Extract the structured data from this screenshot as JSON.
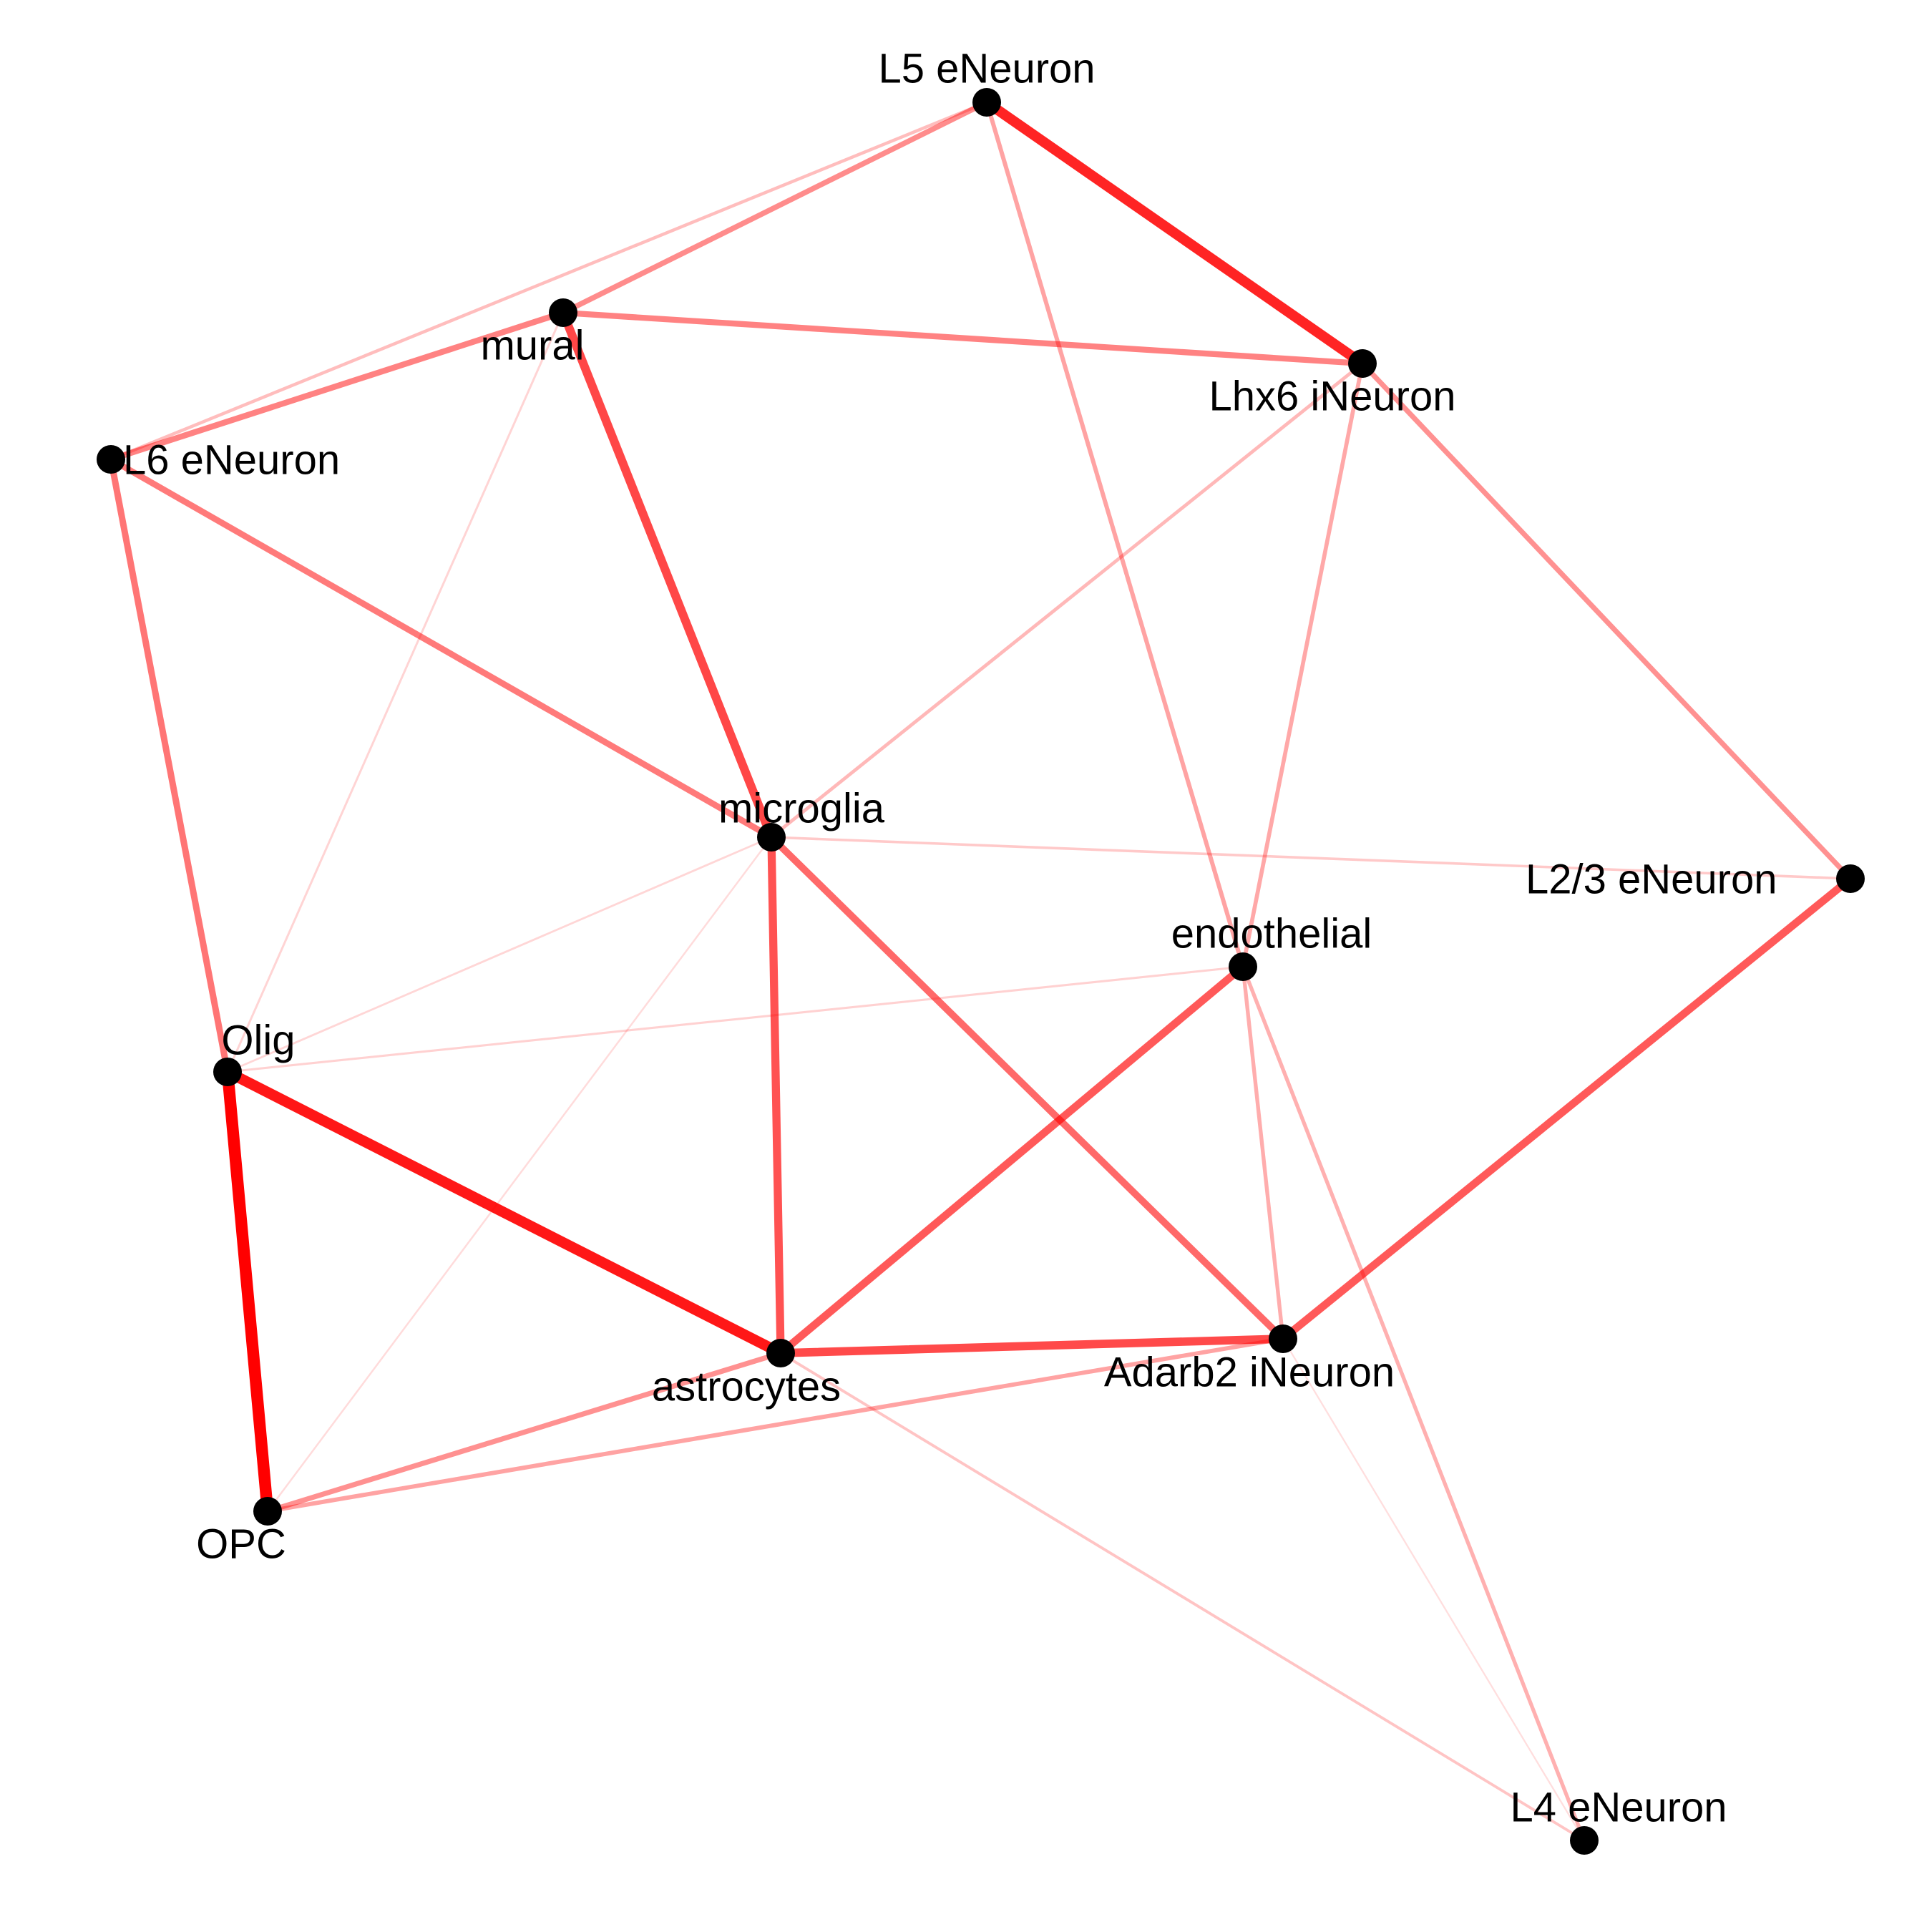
{
  "colors": {
    "edge": "#ff0000",
    "node": "#000000",
    "background": "#ffffff"
  },
  "nodes": [
    {
      "id": "L5 eNeuron",
      "label": "L5 eNeuron"
    },
    {
      "id": "mural",
      "label": "mural"
    },
    {
      "id": "Lhx6 iNeuron",
      "label": "Lhx6 iNeuron"
    },
    {
      "id": "L6 eNeuron",
      "label": "L6 eNeuron"
    },
    {
      "id": "microglia",
      "label": "microglia"
    },
    {
      "id": "L2/3 eNeuron",
      "label": "L2/3 eNeuron"
    },
    {
      "id": "endothelial",
      "label": "endothelial"
    },
    {
      "id": "Olig",
      "label": "Olig"
    },
    {
      "id": "astrocytes",
      "label": "astrocytes"
    },
    {
      "id": "Adarb2 iNeuron",
      "label": "Adarb2 iNeuron"
    },
    {
      "id": "OPC",
      "label": "OPC"
    },
    {
      "id": "L4 eNeuron",
      "label": "L4 eNeuron"
    }
  ],
  "edges": [
    {
      "source": "Olig",
      "target": "OPC",
      "weight": 1.0
    },
    {
      "source": "Olig",
      "target": "astrocytes",
      "weight": 0.9
    },
    {
      "source": "L5 eNeuron",
      "target": "Lhx6 iNeuron",
      "weight": 0.85
    },
    {
      "source": "mural",
      "target": "microglia",
      "weight": 0.7
    },
    {
      "source": "microglia",
      "target": "astrocytes",
      "weight": 0.65
    },
    {
      "source": "astrocytes",
      "target": "Adarb2 iNeuron",
      "weight": 0.68
    },
    {
      "source": "astrocytes",
      "target": "endothelial",
      "weight": 0.62
    },
    {
      "source": "Adarb2 iNeuron",
      "target": "L2/3 eNeuron",
      "weight": 0.62
    },
    {
      "source": "microglia",
      "target": "Adarb2 iNeuron",
      "weight": 0.55
    },
    {
      "source": "L6 eNeuron",
      "target": "Olig",
      "weight": 0.5
    },
    {
      "source": "L6 eNeuron",
      "target": "microglia",
      "weight": 0.48
    },
    {
      "source": "mural",
      "target": "Lhx6 iNeuron",
      "weight": 0.45
    },
    {
      "source": "L6 eNeuron",
      "target": "mural",
      "weight": 0.45
    },
    {
      "source": "L5 eNeuron",
      "target": "mural",
      "weight": 0.4
    },
    {
      "source": "Lhx6 iNeuron",
      "target": "L2/3 eNeuron",
      "weight": 0.38
    },
    {
      "source": "astrocytes",
      "target": "OPC",
      "weight": 0.38
    },
    {
      "source": "Adarb2 iNeuron",
      "target": "OPC",
      "weight": 0.3
    },
    {
      "source": "L5 eNeuron",
      "target": "endothelial",
      "weight": 0.3
    },
    {
      "source": "Lhx6 iNeuron",
      "target": "endothelial",
      "weight": 0.28
    },
    {
      "source": "endothelial",
      "target": "Adarb2 iNeuron",
      "weight": 0.26
    },
    {
      "source": "endothelial",
      "target": "L4 eNeuron",
      "weight": 0.25
    },
    {
      "source": "Lhx6 iNeuron",
      "target": "microglia",
      "weight": 0.22
    },
    {
      "source": "L5 eNeuron",
      "target": "L6 eNeuron",
      "weight": 0.2
    },
    {
      "source": "astrocytes",
      "target": "L4 eNeuron",
      "weight": 0.16
    },
    {
      "source": "microglia",
      "target": "L2/3 eNeuron",
      "weight": 0.14
    },
    {
      "source": "Olig",
      "target": "endothelial",
      "weight": 0.11
    },
    {
      "source": "mural",
      "target": "Olig",
      "weight": 0.1
    },
    {
      "source": "microglia",
      "target": "Olig",
      "weight": 0.09
    },
    {
      "source": "microglia",
      "target": "OPC",
      "weight": 0.07
    },
    {
      "source": "Adarb2 iNeuron",
      "target": "L4 eNeuron",
      "weight": 0.05
    }
  ]
}
